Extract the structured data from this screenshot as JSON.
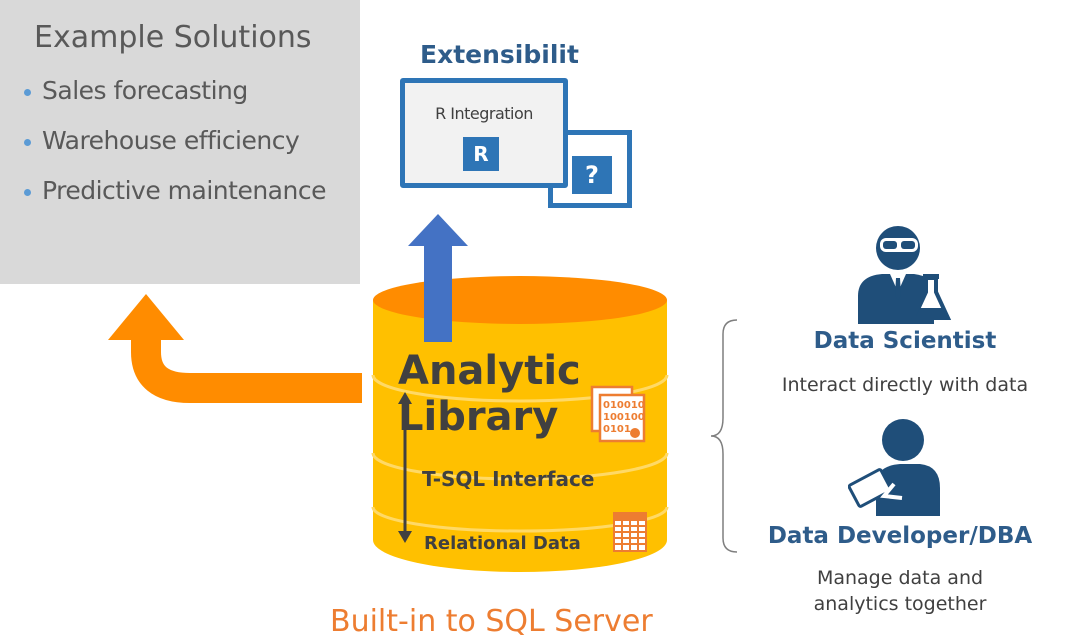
{
  "solutions": {
    "title": "Example Solutions",
    "items": [
      "Sales forecasting",
      "Warehouse efficiency",
      "Predictive maintenance"
    ]
  },
  "extensibility": {
    "title": "Extensibilit",
    "window_label": "R Integration",
    "badge_r": "R",
    "badge_unknown": "?"
  },
  "cylinder": {
    "title_line1": "Analytic",
    "title_line2": "Library",
    "binary_lines": [
      "010010",
      "100100",
      "0101"
    ],
    "tsql_label": "T-SQL Interface",
    "relational_label": "Relational Data"
  },
  "footer": "Built-in to SQL Server",
  "personas": [
    {
      "title": "Data Scientist",
      "description": "Interact directly with data"
    },
    {
      "title": "Data Developer/DBA",
      "description_lines": [
        "Manage data and",
        "analytics together"
      ]
    }
  ],
  "colors": {
    "panel_gray": "#d9d9d9",
    "text_gray": "#595959",
    "blue_dark": "#2e5c8a",
    "blue": "#2e75b6",
    "cylinder_gold": "#ffc000",
    "cylinder_top": "#ff8c00",
    "arrow_orange": "#ff8c00",
    "arrow_blue": "#4472c4",
    "persona_navy": "#1f4e79"
  }
}
